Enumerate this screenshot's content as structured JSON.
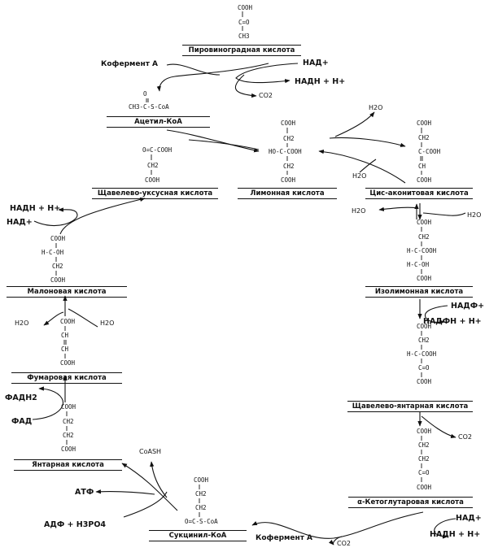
{
  "compounds": {
    "pyruvic": {
      "name": "Пировиноградная кислота",
      "lines": [
        "COOH",
        "C=O",
        "CH3"
      ]
    },
    "acetylcoa": {
      "name": "Ацетил-КоА",
      "lines": [
        "O",
        "CH3-C-S-CoA"
      ]
    },
    "oxaloacetic": {
      "name": "Щавелево-уксусная кислота",
      "lines": [
        "O=C-COOH",
        "CH2",
        "COOH"
      ]
    },
    "citric": {
      "name": "Лимонная кислота",
      "lines": [
        "COOH",
        "CH2",
        "HO-C-COOH",
        "CH2",
        "COOH"
      ]
    },
    "cisaconitic": {
      "name": "Цис-аконитовая кислота",
      "lines": [
        "COOH",
        "CH2",
        "C-COOH",
        "CH",
        "COOH"
      ]
    },
    "malic": {
      "name": "Малоновая кислота",
      "lines": [
        "COOH",
        "H-C-OH",
        "CH2",
        "COOH"
      ]
    },
    "isocitric": {
      "name": "Изолимонная кислота",
      "lines": [
        "COOH",
        "CH2",
        "H-C-COOH",
        "H-C-OH",
        "COOH"
      ]
    },
    "fumaric": {
      "name": "Фумаровая кислота",
      "lines": [
        "COOH",
        "CH",
        "CH",
        "COOH"
      ]
    },
    "oxalosuccinic": {
      "name": "Щавелево-янтарная кислота",
      "lines": [
        "COOH",
        "CH2",
        "H-C-COOH",
        "C=O",
        "COOH"
      ]
    },
    "succinic": {
      "name": "Янтарная кислота",
      "lines": [
        "COOH",
        "CH2",
        "CH2",
        "COOH"
      ]
    },
    "ketoglutaric": {
      "name": "α-Кетоглутаровая кислота",
      "lines": [
        "COOH",
        "CH2",
        "CH2",
        "C=O",
        "COOH"
      ]
    },
    "succinylcoa": {
      "name": "Сукцинил-КоА",
      "lines": [
        "COOH",
        "CH2",
        "CH2",
        "O=C-S-CoA"
      ]
    }
  },
  "cofactors": {
    "coenzyme_a_top": "Кофермент А",
    "nad_top": "НАД+",
    "nadh_top": "НАДН + Н+",
    "co2_top": "CO2",
    "h2o_1": "H2O",
    "h2o_2": "H2O",
    "h2o_3": "H2O",
    "h2o_4": "H2O",
    "nadh_left": "НАДН + Н+",
    "nad_left": "НАД+",
    "h2o_5": "H2O",
    "h2o_6": "H2O",
    "nadf": "НАДФ+",
    "nadfh": "НАДФН + Н+",
    "fadh2": "ФАДН2",
    "fad": "ФАД",
    "co2_right": "CO2",
    "coash": "CoASH",
    "atp": "АТФ",
    "adp": "АДФ + H3PO4",
    "coenzyme_a_bottom": "Кофермент А",
    "co2_bottom": "CO2",
    "nad_bottom": "НАД+",
    "nadh_bottom": "НАДН + Н+"
  }
}
